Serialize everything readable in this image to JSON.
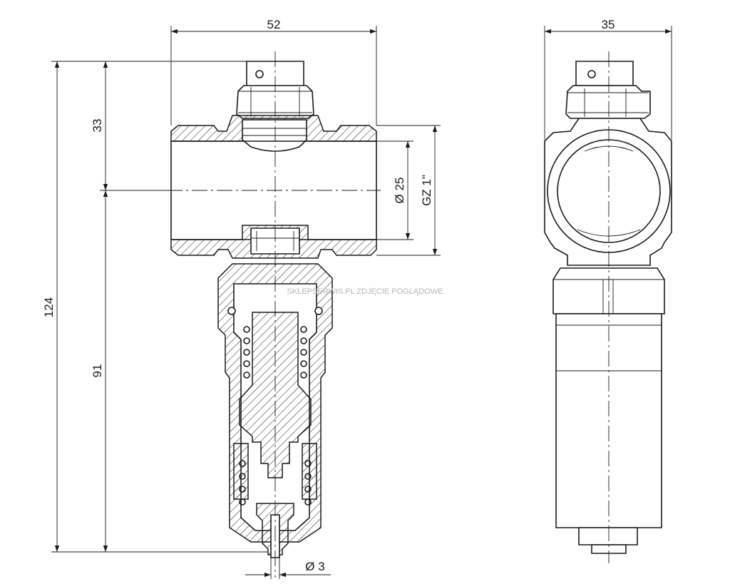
{
  "dimensions": {
    "front_width": "52",
    "side_width": "35",
    "total_height": "124",
    "upper_height": "33",
    "lower_height": "91",
    "bore_diameter": "Ø 25",
    "thread": "GZ 1\"",
    "outlet_diameter": "Ø 3"
  },
  "watermark": "SKLEPSERWIS.PL ZDJĘCIE POGLĄDOWE"
}
